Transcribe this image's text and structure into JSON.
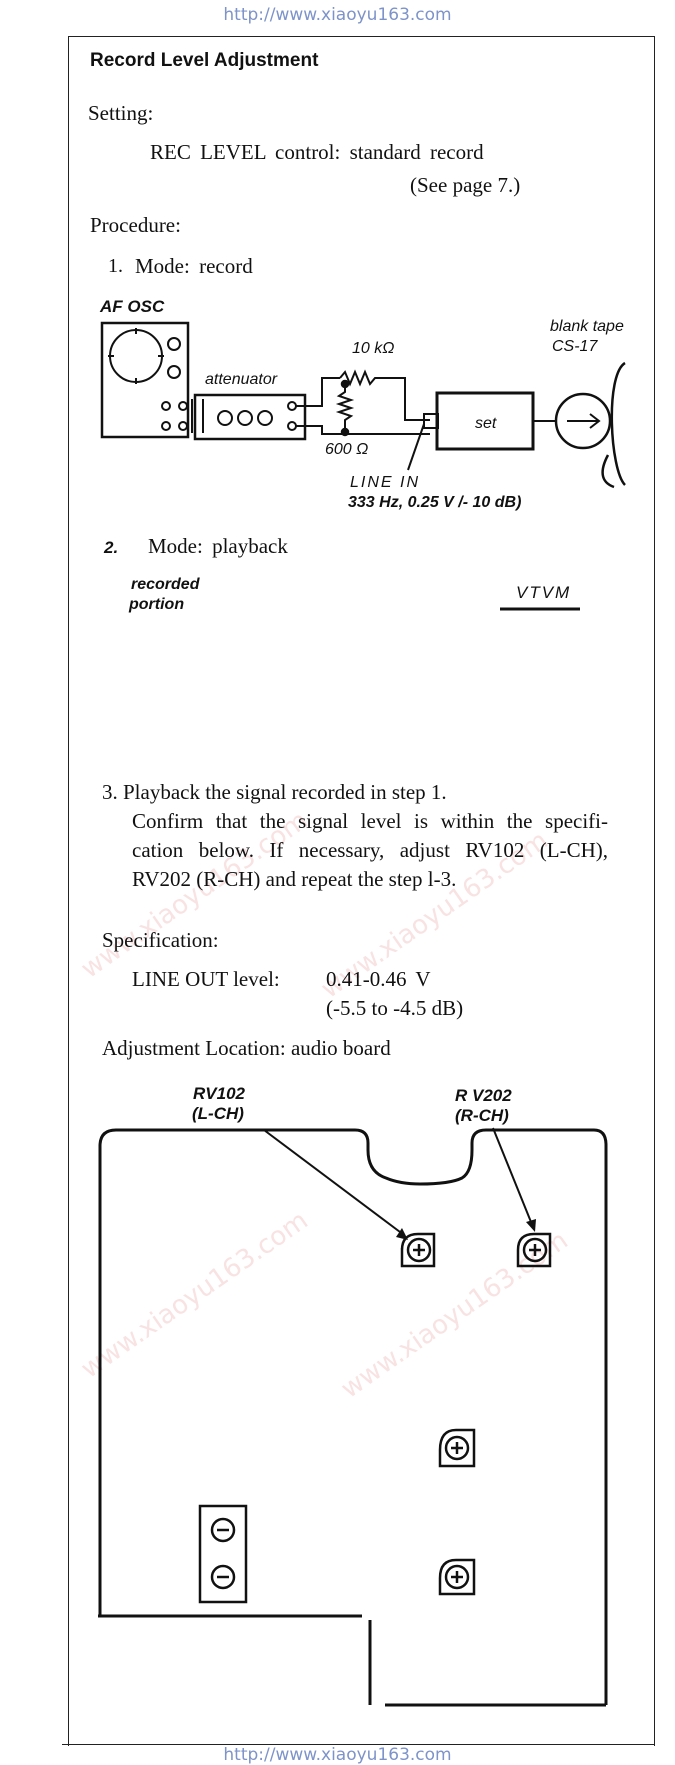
{
  "header_url": "http://www.xiaoyu163.com",
  "footer_url": "http://www.xiaoyu163.com",
  "title": "Record Level Adjustment",
  "setting": {
    "heading": "Setting:",
    "line": "REC LEVEL control: standard record",
    "ref": "(See page 7.)"
  },
  "procedure": {
    "heading": "Procedure:",
    "step1": {
      "num": "1.",
      "text": "Mode: record"
    },
    "step2": {
      "num": "2.",
      "text": "Mode: playback"
    },
    "step3": {
      "line1": "3. Playback the signal recorded in step 1.",
      "line2": "Confirm that the signal level is within the specifi-",
      "line3": "cation below. If necessary, adjust RV102 (L-CH),",
      "line4": "RV202 (R-CH) and repeat the step l-3."
    }
  },
  "diagram1": {
    "af_osc": "AF OSC",
    "attenuator": "attenuator",
    "r1": "10 kΩ",
    "r2": "600 Ω",
    "set": "set",
    "blank_tape_1": "blank tape",
    "blank_tape_2": "CS-17",
    "line_in_1": "LINE IN",
    "line_in_2": "333 Hz, 0.25 V /- 10 dB)"
  },
  "diagram2": {
    "recorded_1": "recorded",
    "recorded_2": "portion",
    "vtvm": "VTVM"
  },
  "specification": {
    "heading": "Specification:",
    "label": "LINE OUT level:",
    "value": "0.41-0.46  V",
    "value_db": "(-5.5  to  -4.5  dB)"
  },
  "adjustment_location": "Adjustment  Location:  audio  board",
  "board": {
    "rv102_1": "RV102",
    "rv102_2": "(L-CH)",
    "rv202_1": "R V202",
    "rv202_2": "(R-CH)"
  }
}
